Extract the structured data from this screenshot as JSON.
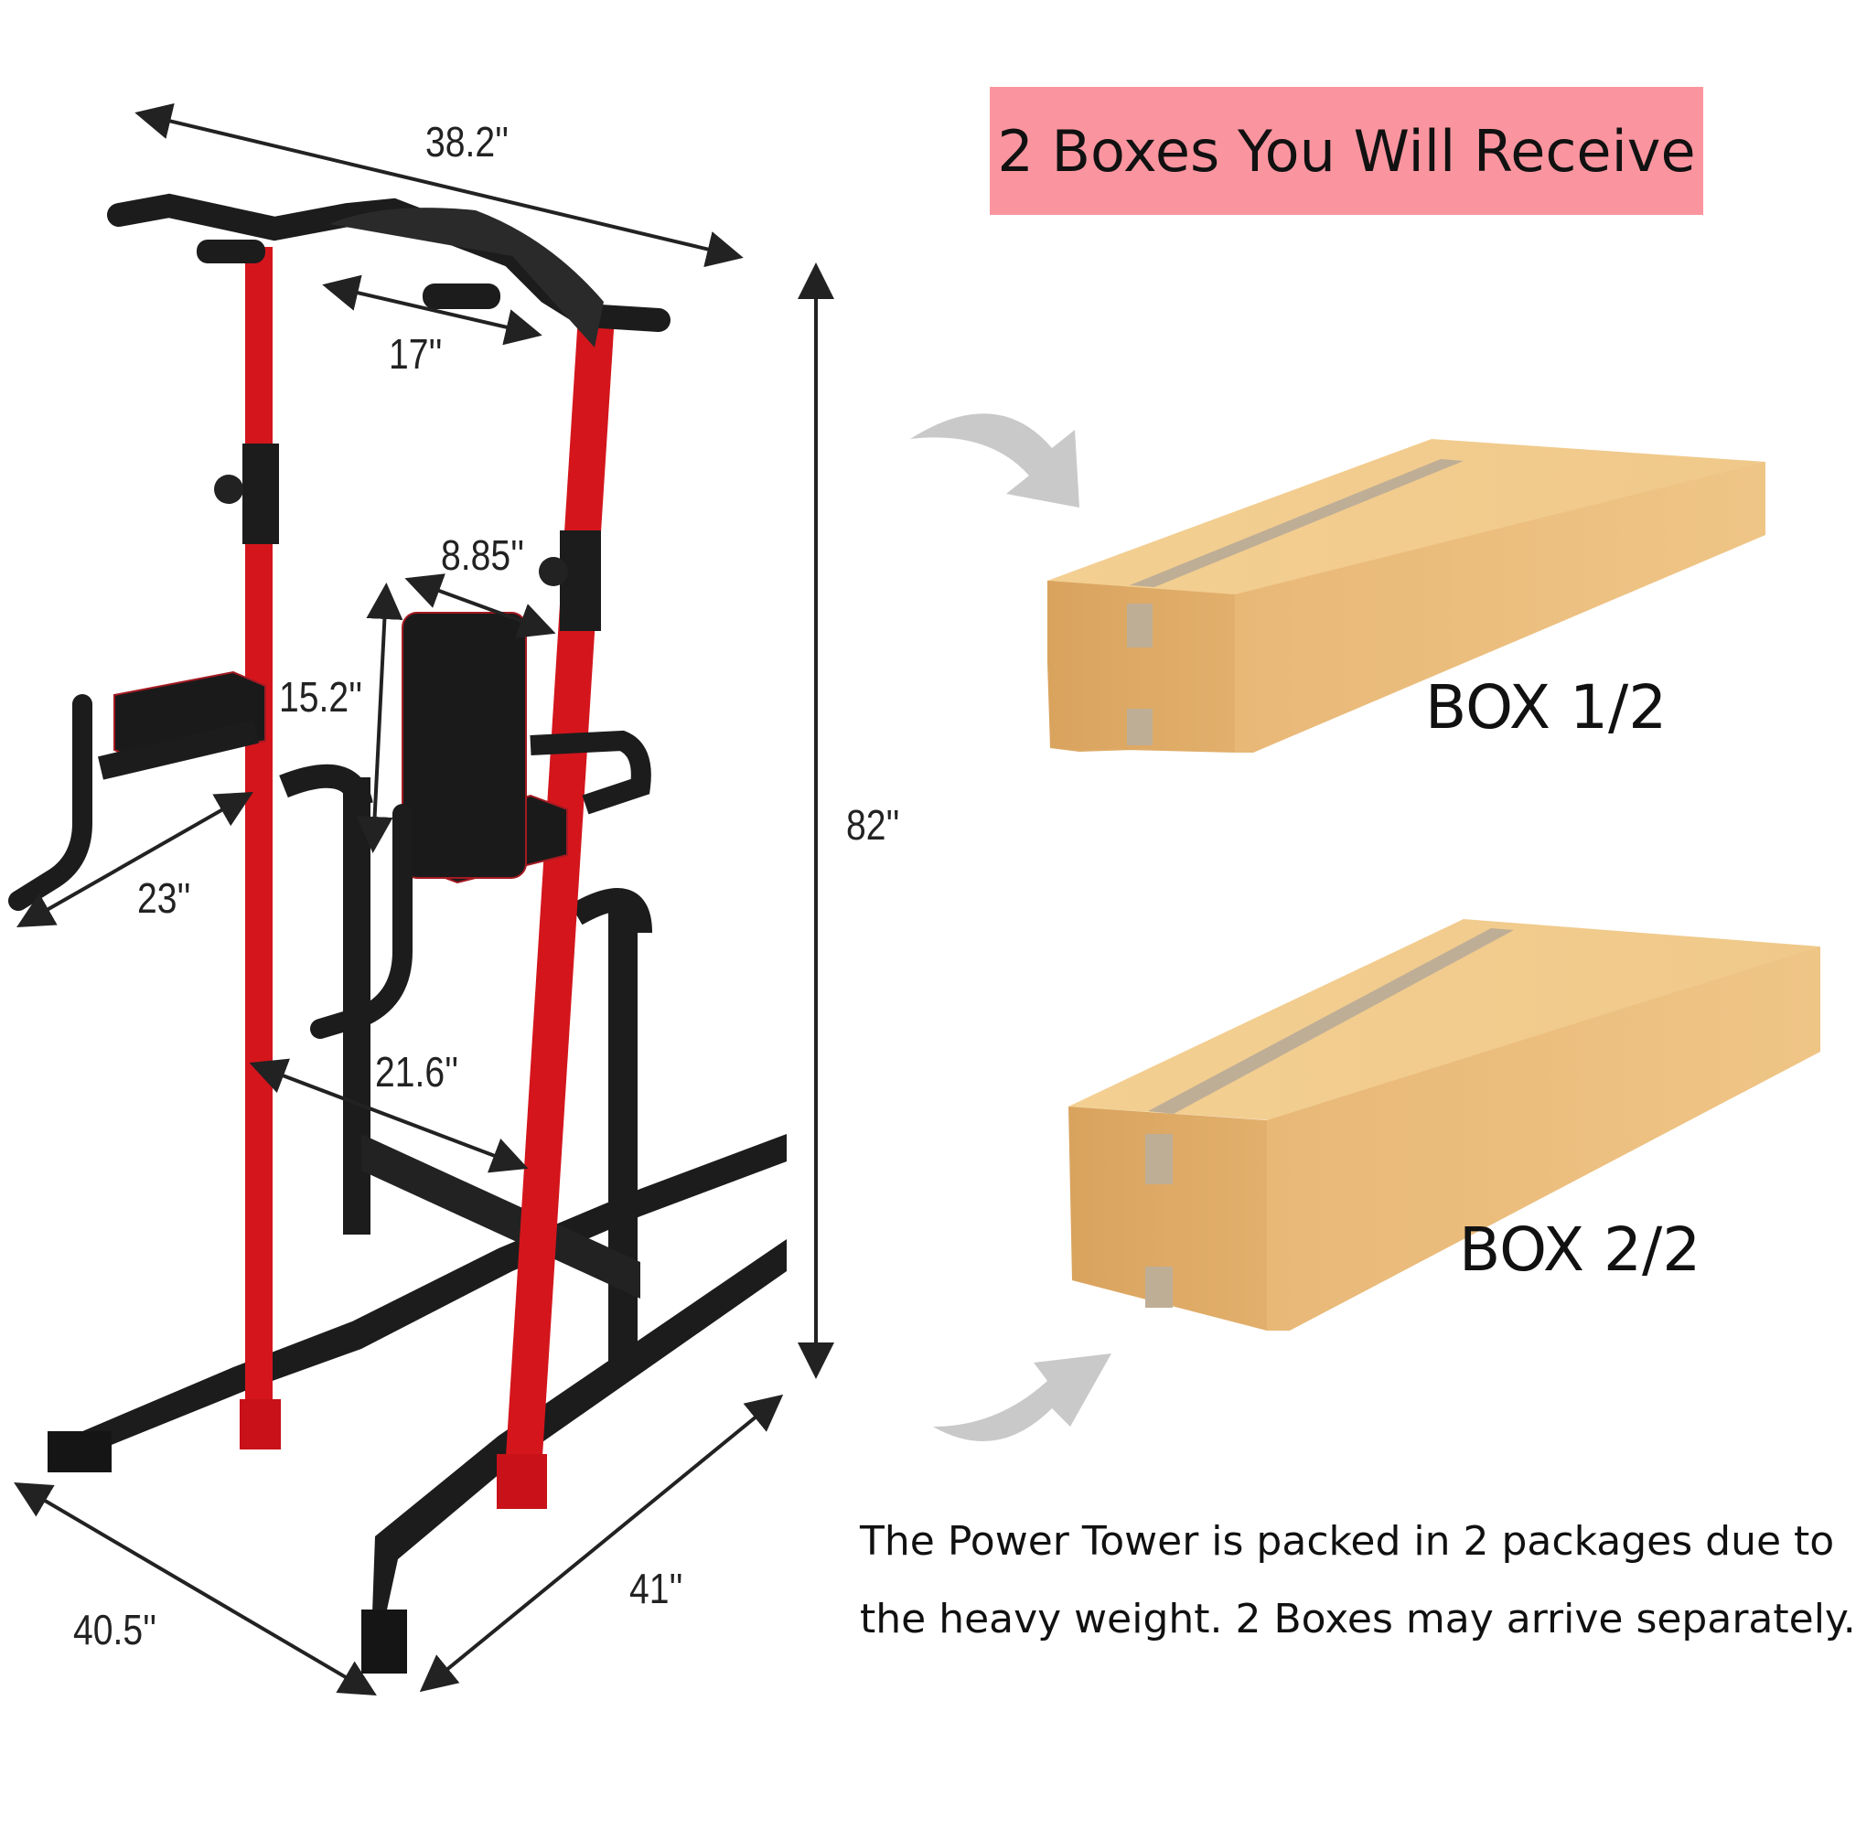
{
  "banner": {
    "text": "2 Boxes You Will Receive",
    "bg_color": "#fa959f"
  },
  "product_diagram": {
    "dimensions": {
      "top_width": "38.2''",
      "grip_spacing": "17''",
      "total_height": "82''",
      "armrest_spacing": "8.85''",
      "backrest_height": "15.2''",
      "armrest_length": "23''",
      "inner_width": "21.6''",
      "base_depth": "40.5''",
      "base_width": "41''"
    },
    "colors": {
      "frame_red": "#d4151c",
      "frame_black": "#1c1c1c"
    }
  },
  "boxes": [
    {
      "label": "BOX 1/2"
    },
    {
      "label": "BOX 2/2"
    }
  ],
  "note": {
    "line1": "The Power Tower is packed in 2 packages due to",
    "line2": "the heavy weight. 2 Boxes may arrive separately."
  }
}
